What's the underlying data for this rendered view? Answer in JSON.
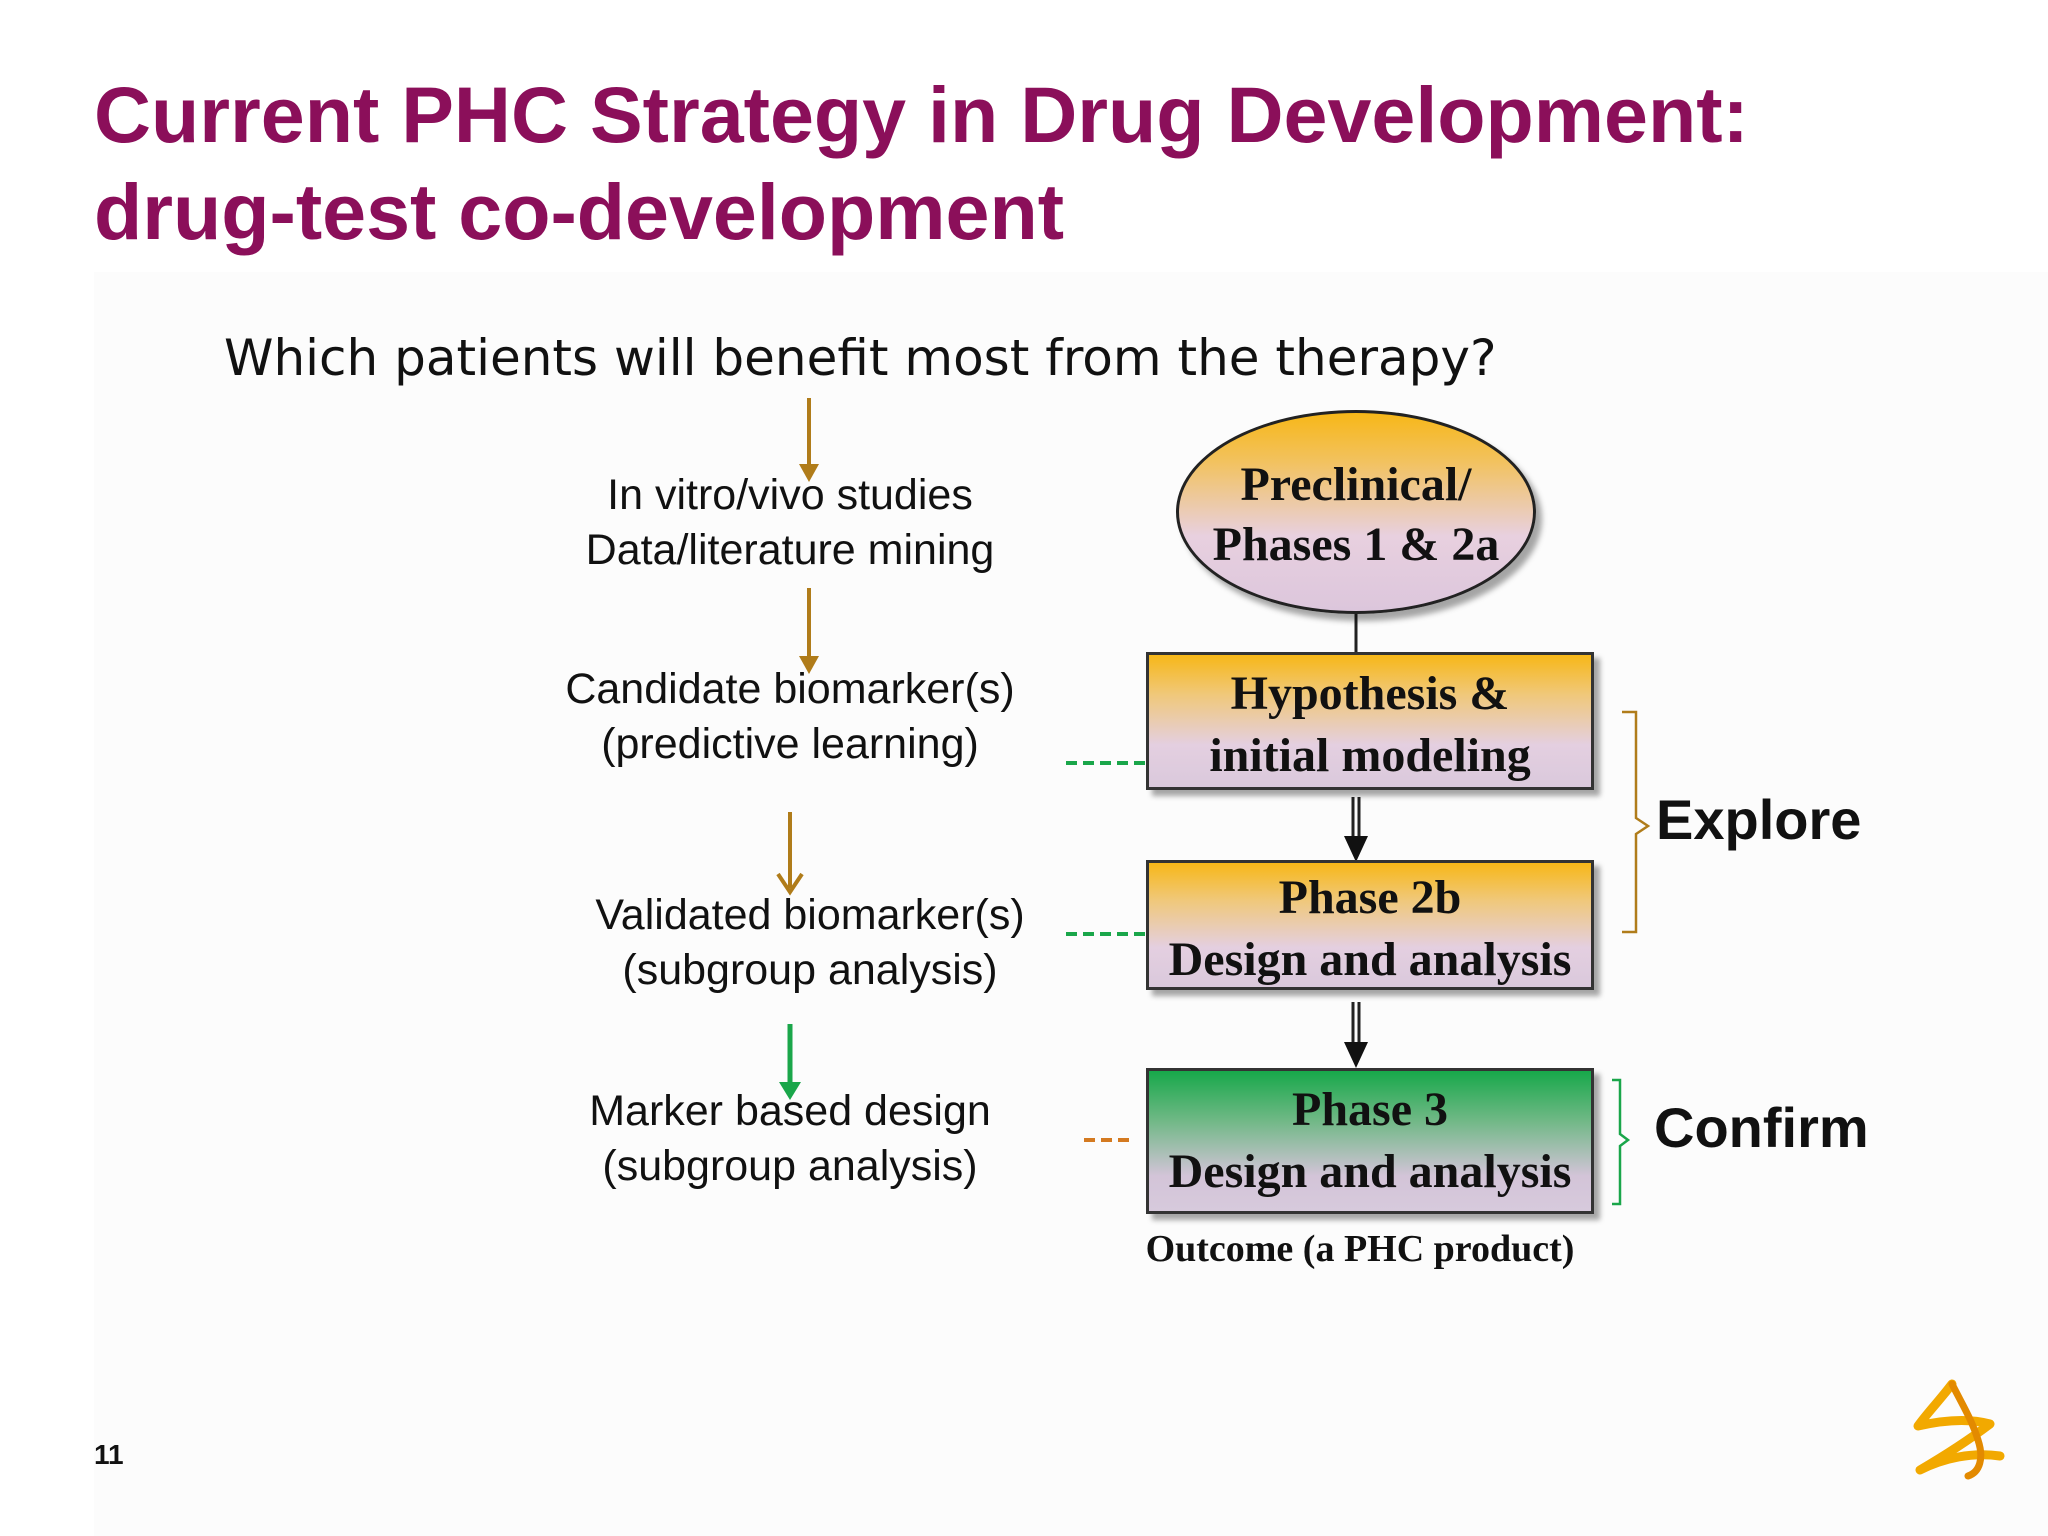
{
  "slide": {
    "title_line1": "Current PHC Strategy in Drug Development:",
    "title_line2": "drug-test co-development",
    "question": "Which patients will benefit most from the therapy?",
    "page_number": "11",
    "logo_icon": "astrazeneca-logo-icon"
  },
  "left_column": [
    {
      "line1": "In vitro/vivo studies",
      "line2": "Data/literature mining"
    },
    {
      "line1": "Candidate biomarker(s)",
      "line2": "(predictive learning)"
    },
    {
      "line1": "Validated biomarker(s)",
      "line2": "(subgroup analysis)"
    },
    {
      "line1": "Marker based design",
      "line2": "(subgroup analysis)"
    }
  ],
  "flow": {
    "preclinical": {
      "line1": "Preclinical/",
      "line2": "Phases 1 & 2a"
    },
    "hypothesis": {
      "line1": "Hypothesis &",
      "line2": "initial modeling"
    },
    "phase2b": {
      "line1": "Phase 2b",
      "line2": "Design and analysis"
    },
    "phase3": {
      "line1": "Phase 3",
      "line2": "Design and analysis"
    },
    "outcome": "Outcome (a PHC product)"
  },
  "labels": {
    "explore": "Explore",
    "confirm": "Confirm"
  },
  "colors": {
    "title": "#8b0f5a",
    "brown_arrow": "#b07c1a",
    "green_arrow": "#1aa64a",
    "orange_box_top": "#f7b718",
    "green_box_top": "#17a84a",
    "dashed_green": "#1aa64a",
    "dashed_orange": "#d47a20"
  }
}
